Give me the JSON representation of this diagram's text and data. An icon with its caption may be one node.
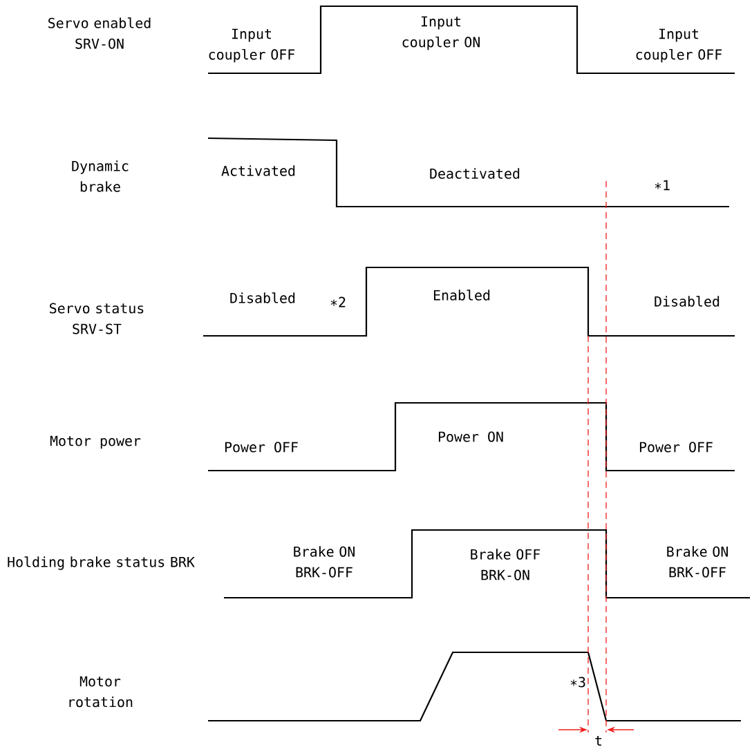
{
  "diagram": {
    "labels": [
      "Servo enabled SRV-ON",
      "Input coupler OFF",
      "Input coupler ON",
      "Input coupler OFF",
      "Dynamic brake",
      "Activated",
      "Deactivated",
      "∗1",
      "Servo status SRV-ST",
      "Disabled",
      "∗2",
      "Enabled",
      "Disabled",
      "Motor power",
      "Power OFF",
      "Power ON",
      "Power OFF",
      "Holding brake status BRK",
      "Brake ON BRK-OFF",
      "Brake OFF BRK-ON",
      "Brake ON BRK-OFF",
      "Motor rotation",
      "∗3",
      "t"
    ]
  }
}
